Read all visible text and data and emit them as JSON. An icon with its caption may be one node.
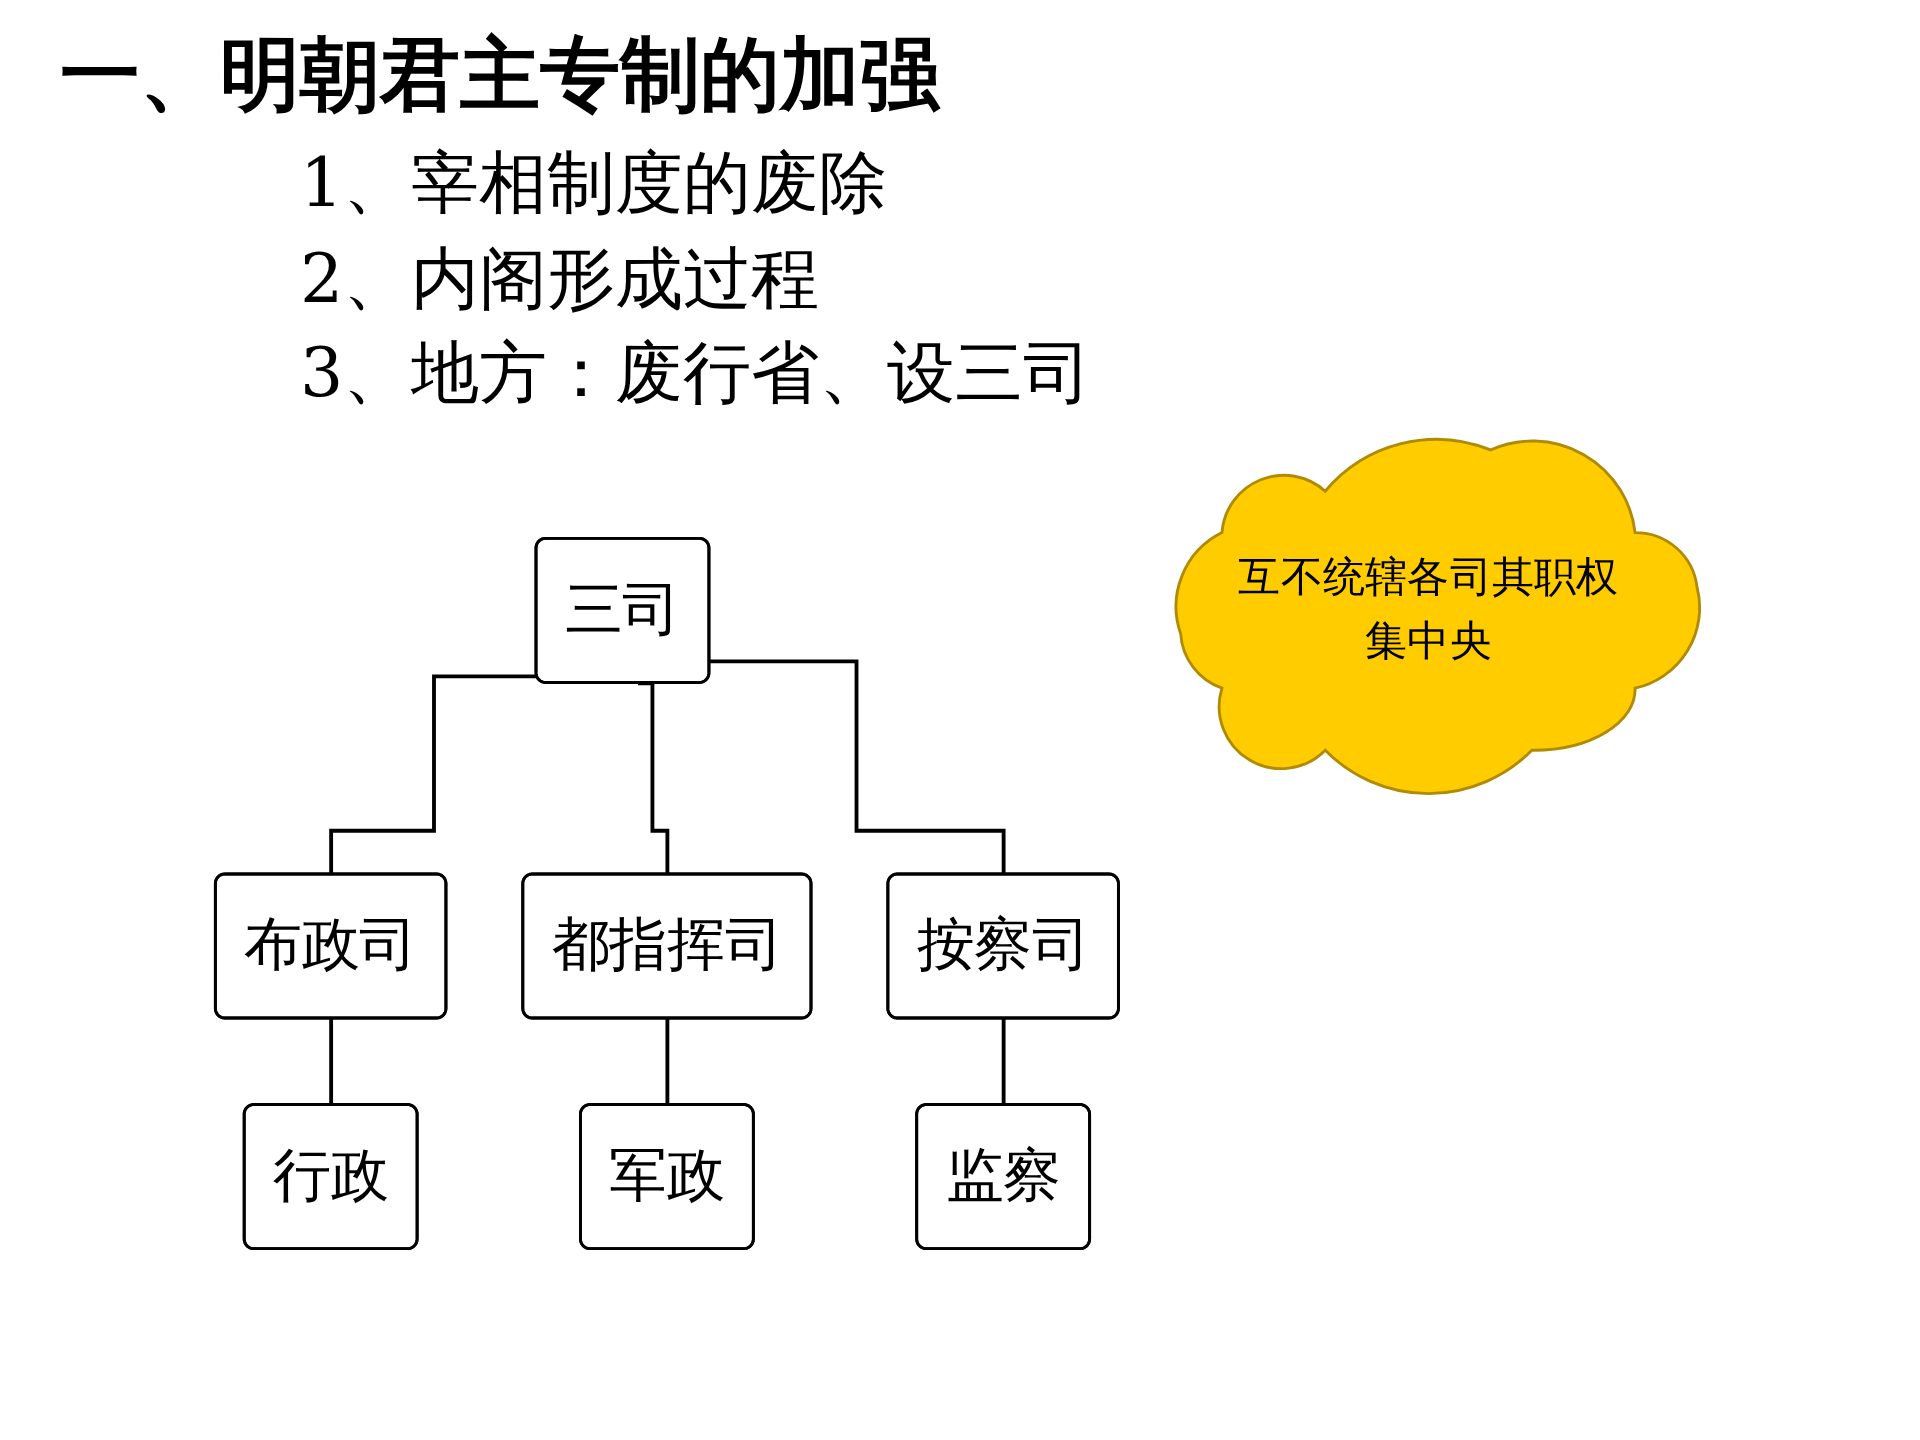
{
  "diagram": {
    "title": "一、明朝君主专制的加强",
    "nodes": [
      {
        "text": [
          "三司"
        ]
      },
      {
        "text": [
          "布政司"
        ]
      },
      {
        "text": [
          "都指挥司"
        ]
      },
      {
        "text": [
          "按察司"
        ]
      },
      {
        "text": [
          "行政"
        ]
      },
      {
        "text": [
          "军政"
        ]
      },
      {
        "text": [
          "监察"
        ]
      },
      {
        "text": [
          "互不统辖各司其职权集中央"
        ]
      }
    ],
    "edges": [
      {
        "from": 0,
        "to": 1,
        "arrow": "none"
      },
      {
        "from": 0,
        "to": 2,
        "arrow": "none"
      },
      {
        "from": 0,
        "to": 3,
        "arrow": "none"
      },
      {
        "from": 1,
        "to": 4,
        "arrow": "none"
      },
      {
        "from": 2,
        "to": 5,
        "arrow": "none"
      },
      {
        "from": 3,
        "to": 6,
        "arrow": "none"
      }
    ],
    "labels": [
      "1、宰相制度的废除",
      "2、内阁形成过程",
      "3、地方：废行省、设三司"
    ]
  }
}
